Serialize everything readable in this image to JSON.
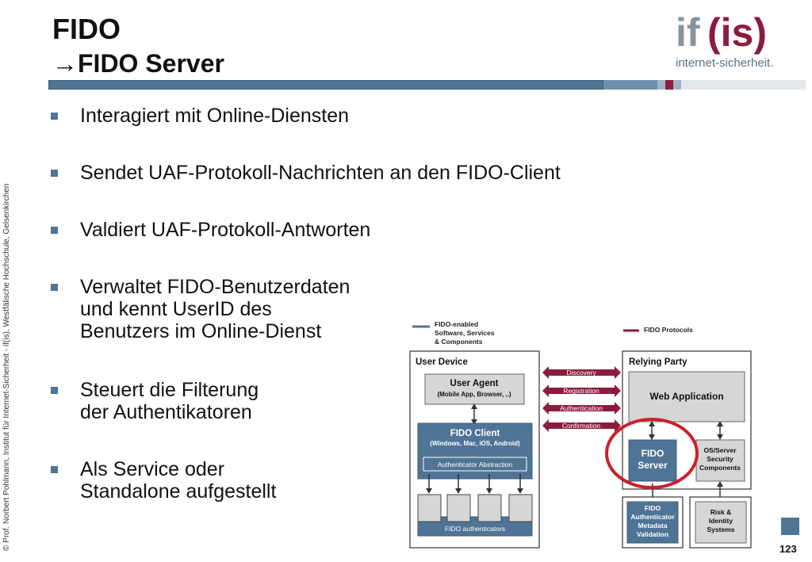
{
  "slide": {
    "title": "FIDO",
    "subtitle_arrow": "→",
    "subtitle": "FIDO Server",
    "page_number": "123",
    "sidebar_text": "© Prof.  Norbert Pohlmann, Institut für Internet-Sicherheit - if(is), Westfälische Hochschule, Gelsenkirchen"
  },
  "logo": {
    "part1": "if",
    "part2": "(is)",
    "tagline": "internet-sicherheit."
  },
  "bullets": [
    "Interagiert  mit Online-Diensten",
    "Sendet  UAF-Protokoll-Nachrichten an den FIDO-Client",
    "Valdiert UAF-Protokoll-Antworten",
    "Verwaltet FIDO-Benutzerdaten\nund kennt UserID des\nBenutzers im Online-Dienst",
    "Steuert  die Filterung\nder Authentikatoren",
    "Als Service oder\nStandalone aufgestellt"
  ],
  "diagram": {
    "legend_components": [
      "FIDO-enabled",
      "Software, Services",
      "& Components"
    ],
    "legend_protocols": "FIDO Protocols",
    "user_device_label": "User Device",
    "relying_party_label": "Relying Party",
    "user_agent": "User Agent",
    "user_agent_sub": "(Mobile App, Browser, ..)",
    "fido_client": "FIDO Client",
    "fido_client_sub": "(Windows, Mac, iOS, Android)",
    "authenticator_abstraction": "Authenticator Abstraction",
    "fido_authenticators": "FIDO authenticators",
    "protocols": [
      "Discovery",
      "Registration",
      "Authentication",
      "Confirmation"
    ],
    "web_application": "Web Application",
    "fido_server": [
      "FIDO",
      "Server"
    ],
    "os_server": [
      "OS/Server",
      "Security",
      "Components"
    ],
    "metadata_validation": [
      "FIDO",
      "Authenticator",
      "Metadata",
      "Validation"
    ],
    "risk_identity": [
      "Risk &",
      "Identity",
      "Systems"
    ]
  },
  "colors": {
    "accent_blue": "#4f7496",
    "accent_red": "#8c1c3c",
    "highlight_circle": "#cc1f2a",
    "box_gray": "#d6d6d6"
  }
}
